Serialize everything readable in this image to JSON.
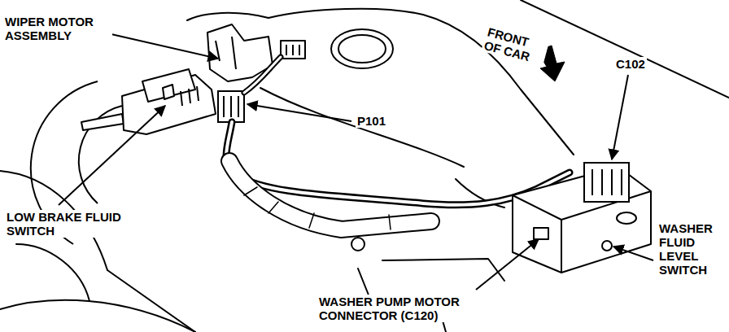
{
  "diagram": {
    "labels": [
      "WIPER MOTOR ASSEMBLY",
      "FRONT OF CAR",
      "C102",
      "P101",
      "LOW BRAKE FLUID SWITCH",
      "WASHER FLUID LEVEL SWITCH",
      "WASHER PUMP MOTOR CONNECTOR (C120)"
    ]
  }
}
